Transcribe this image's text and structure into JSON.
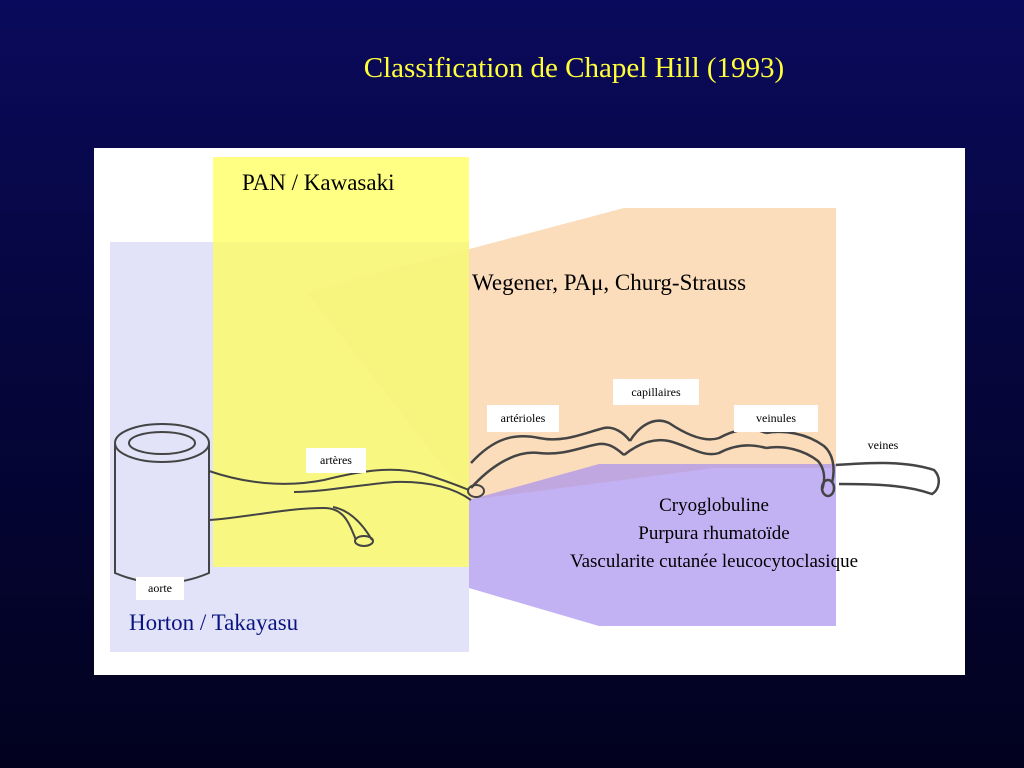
{
  "title": "Classification de Chapel Hill (1993)",
  "regions": {
    "large": "Horton / Takayasu",
    "medium": "PAN / Kawasaki",
    "small": "Wegener, PAμ, Churg-Strauss",
    "small_immune": [
      "Cryoglobuline",
      "Purpura rhumatoïde",
      "Vascularite cutanée leucocytoclasique"
    ]
  },
  "vessels": {
    "aorte": "aorte",
    "arteres": "artères",
    "arterioles": "artérioles",
    "capillaires": "capillaires",
    "veinules": "veinules",
    "veines": "veines"
  },
  "colors": {
    "background": "#060640",
    "title": "#ffff3a",
    "yellow_region": "#ffff66",
    "blue_region": "#dcdcf8",
    "peach_region": "#fbd9b5",
    "purple_region": "#b49cf2"
  }
}
